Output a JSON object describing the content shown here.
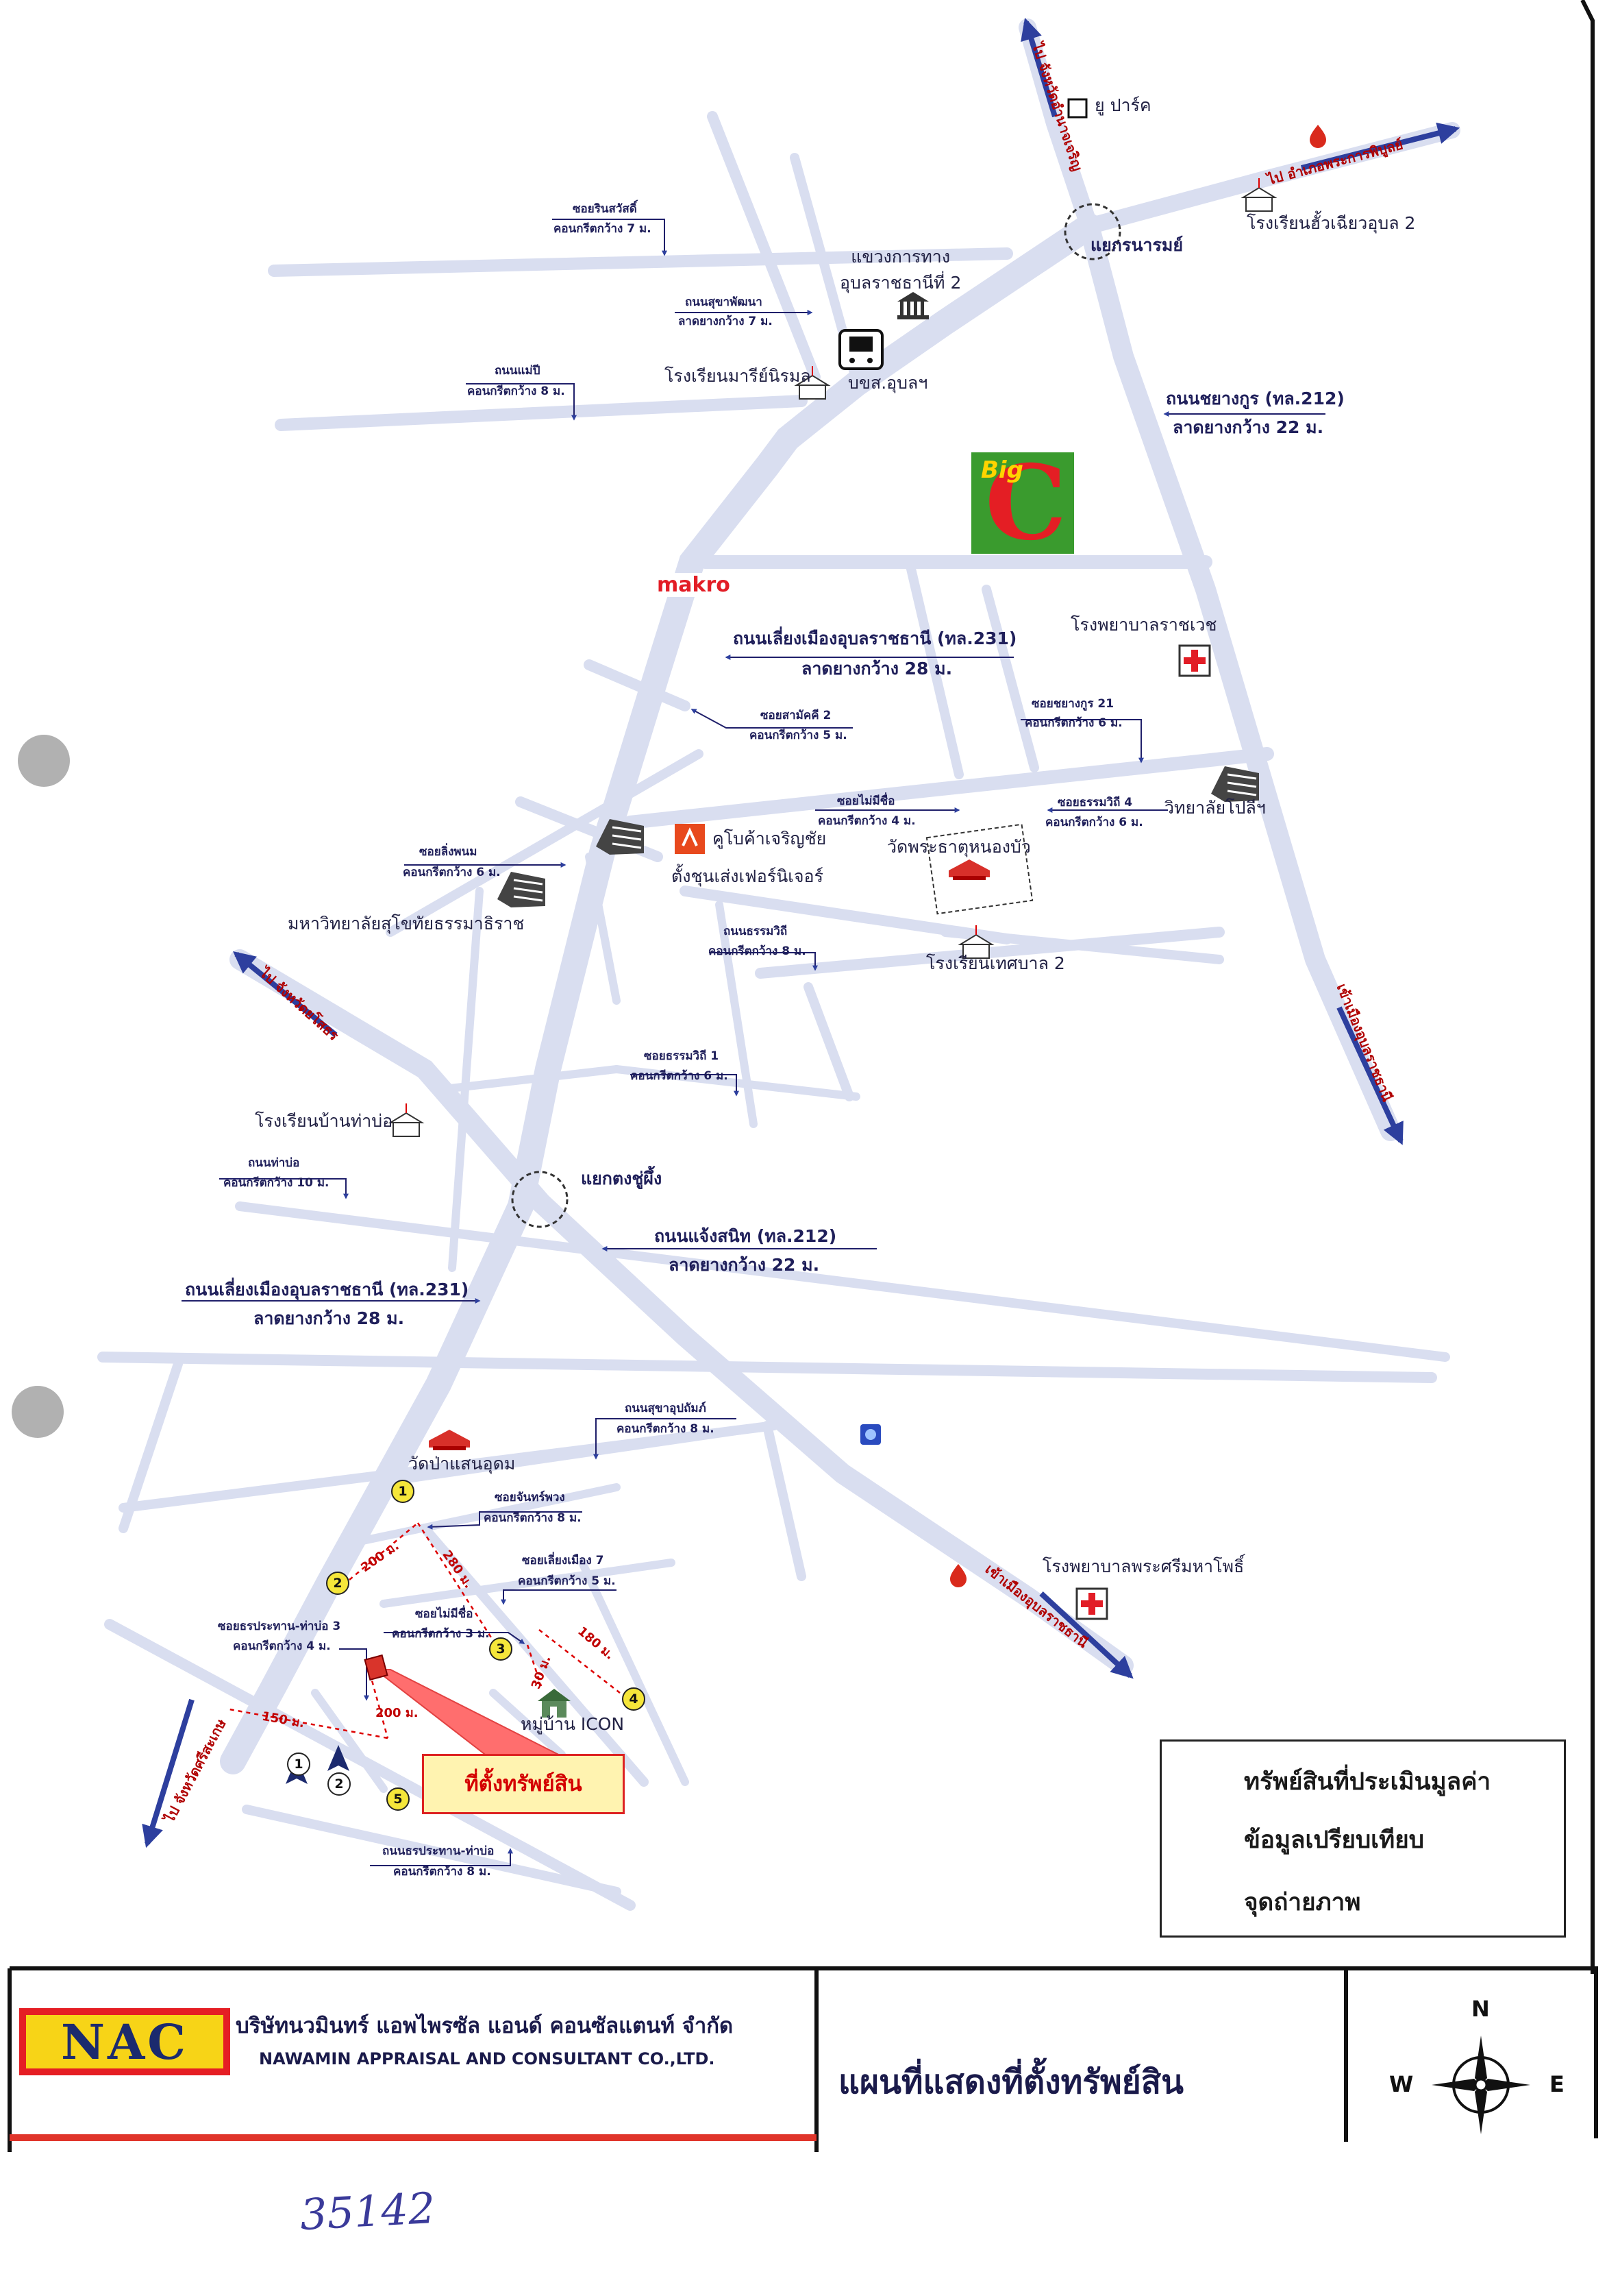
{
  "landmarks": {
    "u_park": "ยู ปาร์ค",
    "yaek_kranam": "แยกรนารมย์",
    "school_huaquiaw": "โรงเรียนฮั้วเฉียวอุบล 2",
    "land_office": "แขวงการทาง\nอุบลราชธานีที่ 2",
    "school_mary": "โรงเรียนมารีย์นิรมล",
    "bus_terminal": "บขส.อุบลฯ",
    "makro": "makro",
    "bigc_top": "Big",
    "bigc_letter": "C",
    "hospital_ratchawet": "โรงพยาบาลราชเวช",
    "tech_college": "วิทยาลัยโปลีฯ",
    "kubo": "คูโบค้าเจริญชัย",
    "furniture": "ตั้งชุนเส่งเฟอร์นิเจอร์",
    "wat_nongbua": "วัดพระธาตุหนองบัว",
    "stou": "มหาวิทยาลัยสุโขทัยธรรมาธิราช",
    "school_tessaban2": "โรงเรียนเทศบาล 2",
    "school_banthapo": "โรงเรียนบ้านท่าบ่อ",
    "yaek_tungsumung": "แยกตงชู่ผึ้ง",
    "wat_pasaen": "วัดป่าแสนอุดม",
    "hospital_srimaha": "โรงพยาบาลพระศรีมหาโพธิ์",
    "icon_village": "หมู่บ้าน ICON"
  },
  "roads": {
    "soi_sinsawat": "ซอยรินสวัสดิ์",
    "soi_sinsawat_spec": "คอนกรีตกว้าง 7 ม.",
    "thanon_suphap": "ถนนสุขาพัฒนา",
    "thanon_suphap_spec": "ลาดยางกว้าง 7 ม.",
    "thanon_maemi": "ถนนแม่ปี",
    "thanon_maemi_spec": "คอนกรีตกว้าง 8 ม.",
    "chayangkun": "ถนนชยางกูร (ทล.212)",
    "chayangkun_spec": "ลาดยางกว้าง 22 ม.",
    "bypass1": "ถนนเลี่ยงเมืองอุบลราชธานี (ทล.231)",
    "bypass1_spec": "ลาดยางกว้าง 28 ม.",
    "soi_samakkhi": "ซอยสามัคคี 2",
    "soi_samakkhi_spec": "คอนกรีตกว้าง 5 ม.",
    "soi_chayangkun21": "ซอยชยางกูร 21",
    "soi_chayangkun21_spec": "คอนกรีตกว้าง 6 ม.",
    "soi_maimi": "ซอยไม่มีชื่อ",
    "soi_maimi_spec": "คอนกรีตกว้าง 4 ม.",
    "soi_thammawithi4": "ซอยธรรมวิถี 4",
    "soi_thammawithi4_spec": "คอนกรีตกว้าง 6 ม.",
    "soi_lingphom": "ซอยลิ่งพนม",
    "soi_lingphom_spec": "คอนกรีตกว้าง 6 ม.",
    "thanon_thammawithi": "ถนนธรรมวิถี",
    "thanon_thammawithi_spec": "คอนกรีตกว้าง 8 ม.",
    "soi_thammawithi1": "ซอยธรรมวิถี 1",
    "soi_thammawithi1_spec": "คอนกรีตกว้าง 6 ม.",
    "thanon_thapo": "ถนนท่าบ่อ",
    "thanon_thapo_spec": "คอนกรีตกว้าง 10 ม.",
    "chaengsanit": "ถนนแจ้งสนิท (ทล.212)",
    "chaengsanit_spec": "ลาดยางกว้าง 22 ม.",
    "bypass2": "ถนนเลี่ยงเมืองอุบลราชธานี (ทล.231)",
    "bypass2_spec": "ลาดยางกว้าง 28 ม.",
    "thanon_sukhapibal": "ถนนสุขาอุปถัมภ์",
    "thanon_sukhapibal_spec": "คอนกรีตกว้าง 8 ม.",
    "soi_chanphong": "ซอยจันทร์พวง",
    "soi_chanphong_spec": "คอนกรีตกว้าง 8 ม.",
    "soi_liangmueang7": "ซอยเลี่ยงเมือง 7",
    "soi_liangmueang7_spec": "คอนกรีตกว้าง 5 ม.",
    "soi_maimi2": "ซอยไม่มีชื่อ",
    "soi_maimi2_spec": "คอนกรีตกว้าง 3 ม.",
    "soi_prathan3": "ซอยธรประทาน-ท่าบ่อ 3",
    "soi_prathan3_spec": "คอนกรีตกว้าง 4 ม.",
    "thanon_prathan": "ถนนธรประทาน-ท่าบ่อ",
    "thanon_prathan_spec": "คอนกรีตกว้าง 8 ม."
  },
  "directions": {
    "to_amnatcharoen": "ไป จังหวัดอำนาจเจริญ",
    "to_phibun": "ไป อำเภอพระการพิบูลย์",
    "to_yasothon": "ไป จังหวัดยโสธร",
    "to_city_east": "เข้าเมืองอุบลราชธานี",
    "to_city_se": "เข้าเมืองอุบลราชธานี",
    "to_sisaket": "ไป จังหวัดศรีสะเกษ"
  },
  "distances": {
    "d1": "200 ม.",
    "d2": "280 ม.",
    "d3": "180 ม.",
    "d4": "30 ม.",
    "d5": "200 ม.",
    "d6": "150 ม."
  },
  "markers": {
    "comps": [
      "1",
      "2",
      "3",
      "4",
      "5"
    ],
    "cams": [
      "1",
      "2"
    ]
  },
  "subject": {
    "label": "ที่ตั้งทรัพย์สิน"
  },
  "legend": {
    "subject": "ทรัพย์สินที่ประเมินมูลค่า",
    "comparable": "ข้อมูลเปรียบเทียบ",
    "photo_point": "จุดถ่ายภาพ"
  },
  "footer": {
    "logo_text": "NAC",
    "company_th": "บริษัทนวมินทร์ แอพไพรซัล แอนด์ คอนซัลแตนท์ จำกัด",
    "company_en": "NAWAMIN APPRAISAL AND CONSULTANT CO.,LTD.",
    "title": "แผนที่แสดงที่ตั้งทรัพย์สิน"
  },
  "compass": {
    "n": "N",
    "s": "",
    "w": "W",
    "e": "E"
  },
  "handwritten": "35142",
  "colors": {
    "road": "#dbe0f2",
    "road_edge": "#c7cde8",
    "arrow": "#2d3f9e",
    "accent_red": "#d40000",
    "comp_yellow": "#f5e63a",
    "frame": "#111111"
  }
}
